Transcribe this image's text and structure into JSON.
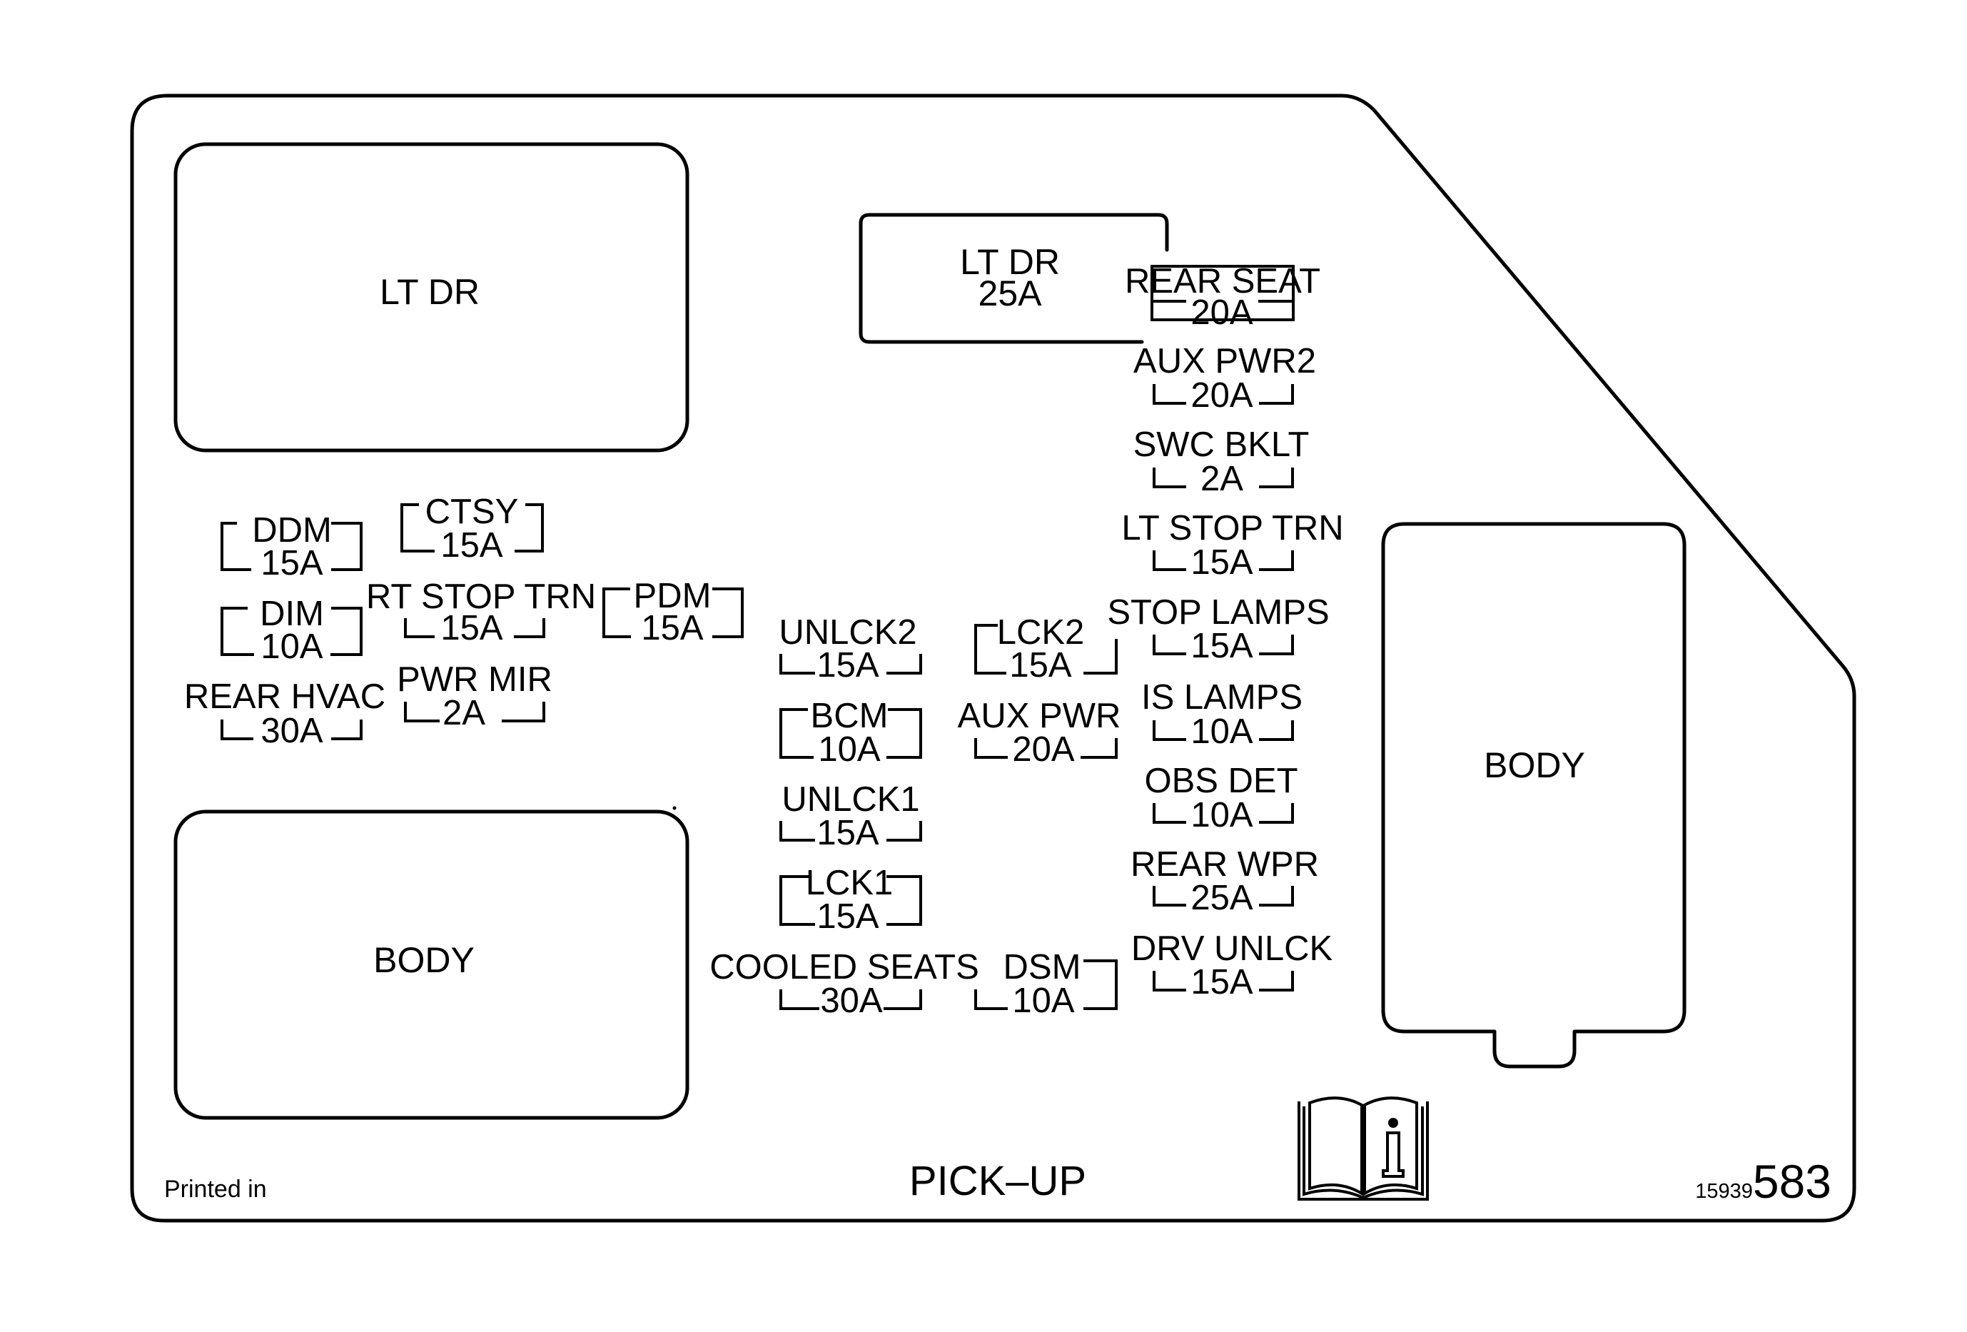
{
  "relays": [
    {
      "id": "lt-dr-relay-large",
      "label": "LT DR"
    },
    {
      "id": "body-relay-left",
      "label": "BODY"
    },
    {
      "id": "body-relay-right",
      "label": "BODY"
    },
    {
      "id": "lt-dr-25a",
      "label": "LT DR",
      "rating": "25A"
    }
  ],
  "fuses": [
    {
      "label": "DDM",
      "rating": "15A"
    },
    {
      "label": "CTSY",
      "rating": "15A"
    },
    {
      "label": "DIM",
      "rating": "10A"
    },
    {
      "label": "RT STOP TRN",
      "rating": "15A"
    },
    {
      "label": "PDM",
      "rating": "15A"
    },
    {
      "label": "REAR HVAC",
      "rating": "30A"
    },
    {
      "label": "PWR MIR",
      "rating": "2A"
    },
    {
      "label": "UNLCK2",
      "rating": "15A"
    },
    {
      "label": "LCK2",
      "rating": "15A"
    },
    {
      "label": "BCM",
      "rating": "10A"
    },
    {
      "label": "AUX PWR",
      "rating": "20A"
    },
    {
      "label": "UNLCK1",
      "rating": "15A"
    },
    {
      "label": "LCK1",
      "rating": "15A"
    },
    {
      "label": "COOLED SEATS",
      "rating": "30A"
    },
    {
      "label": "DSM",
      "rating": "10A"
    },
    {
      "label": "REAR SEAT",
      "rating": "20A"
    },
    {
      "label": "AUX PWR2",
      "rating": "20A"
    },
    {
      "label": "SWC BKLT",
      "rating": "2A"
    },
    {
      "label": "LT STOP TRN",
      "rating": "15A"
    },
    {
      "label": "STOP LAMPS",
      "rating": "15A"
    },
    {
      "label": "IS LAMPS",
      "rating": "10A"
    },
    {
      "label": "OBS DET",
      "rating": "10A"
    },
    {
      "label": "REAR WPR",
      "rating": "25A"
    },
    {
      "label": "DRV UNLCK",
      "rating": "15A"
    }
  ],
  "footer": {
    "printed_in": "Printed in",
    "model": "PICK–UP",
    "part_number_prefix": "15939",
    "part_number_suffix": "583",
    "manual_icon": "owner-manual-info-icon"
  }
}
